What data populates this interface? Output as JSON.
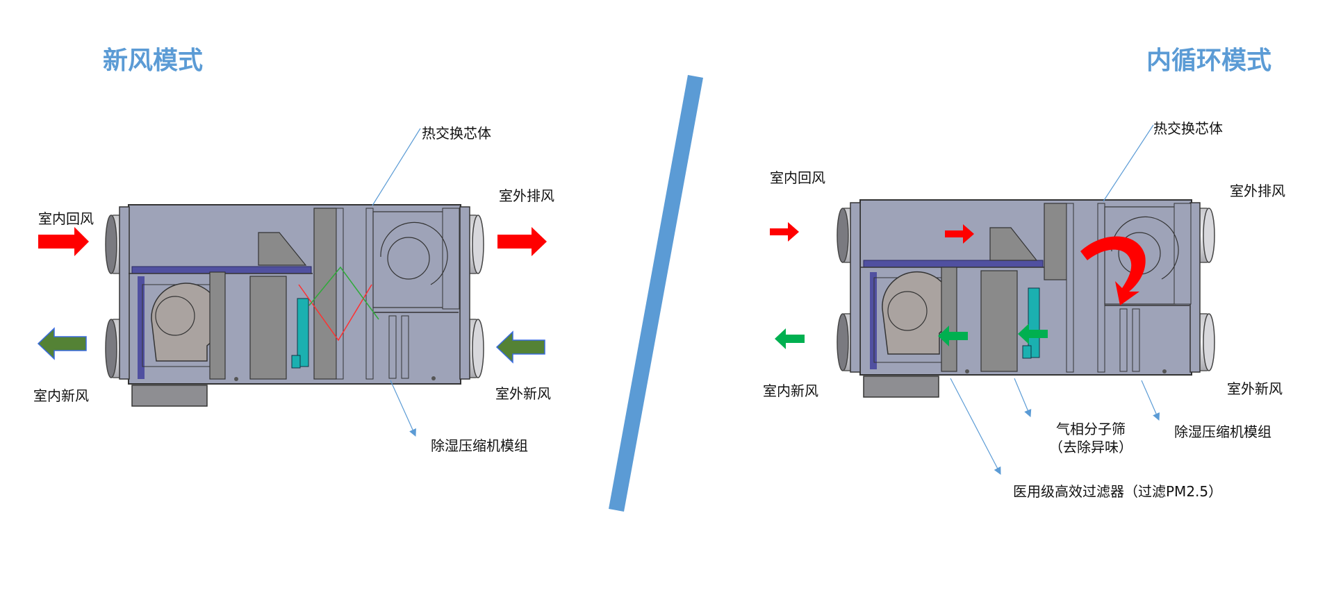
{
  "colors": {
    "title_blue": "#5b9bd5",
    "divider_blue": "#5b9bd5",
    "body_gray": "#9ea3b8",
    "panel_gray": "#8a8a8a",
    "duct_blue": "#5050a0",
    "teal": "#1bb0b0",
    "arrow_red": "#ff0000",
    "arrow_dark_green": "#548235",
    "arrow_green": "#00b050",
    "leader_blue": "#5b9bd5"
  },
  "left": {
    "title": "新风模式",
    "labels": {
      "heat_core": "热交换芯体",
      "indoor_return": "室内回风",
      "outdoor_exhaust": "室外排风",
      "indoor_fresh": "室内新风",
      "outdoor_fresh": "室外新风",
      "dehumid_module": "除湿压缩机模组"
    }
  },
  "right": {
    "title": "内循环模式",
    "labels": {
      "heat_core": "热交换芯体",
      "indoor_return": "室内回风",
      "outdoor_exhaust": "室外排风",
      "indoor_fresh": "室内新风",
      "outdoor_fresh": "室外新风",
      "gas_sieve_line1": "气相分子筛",
      "gas_sieve_line2": "（去除异味）",
      "dehumid_module": "除湿压缩机模组",
      "medical_filter": "医用级高效过滤器（过滤PM2.5）"
    }
  }
}
